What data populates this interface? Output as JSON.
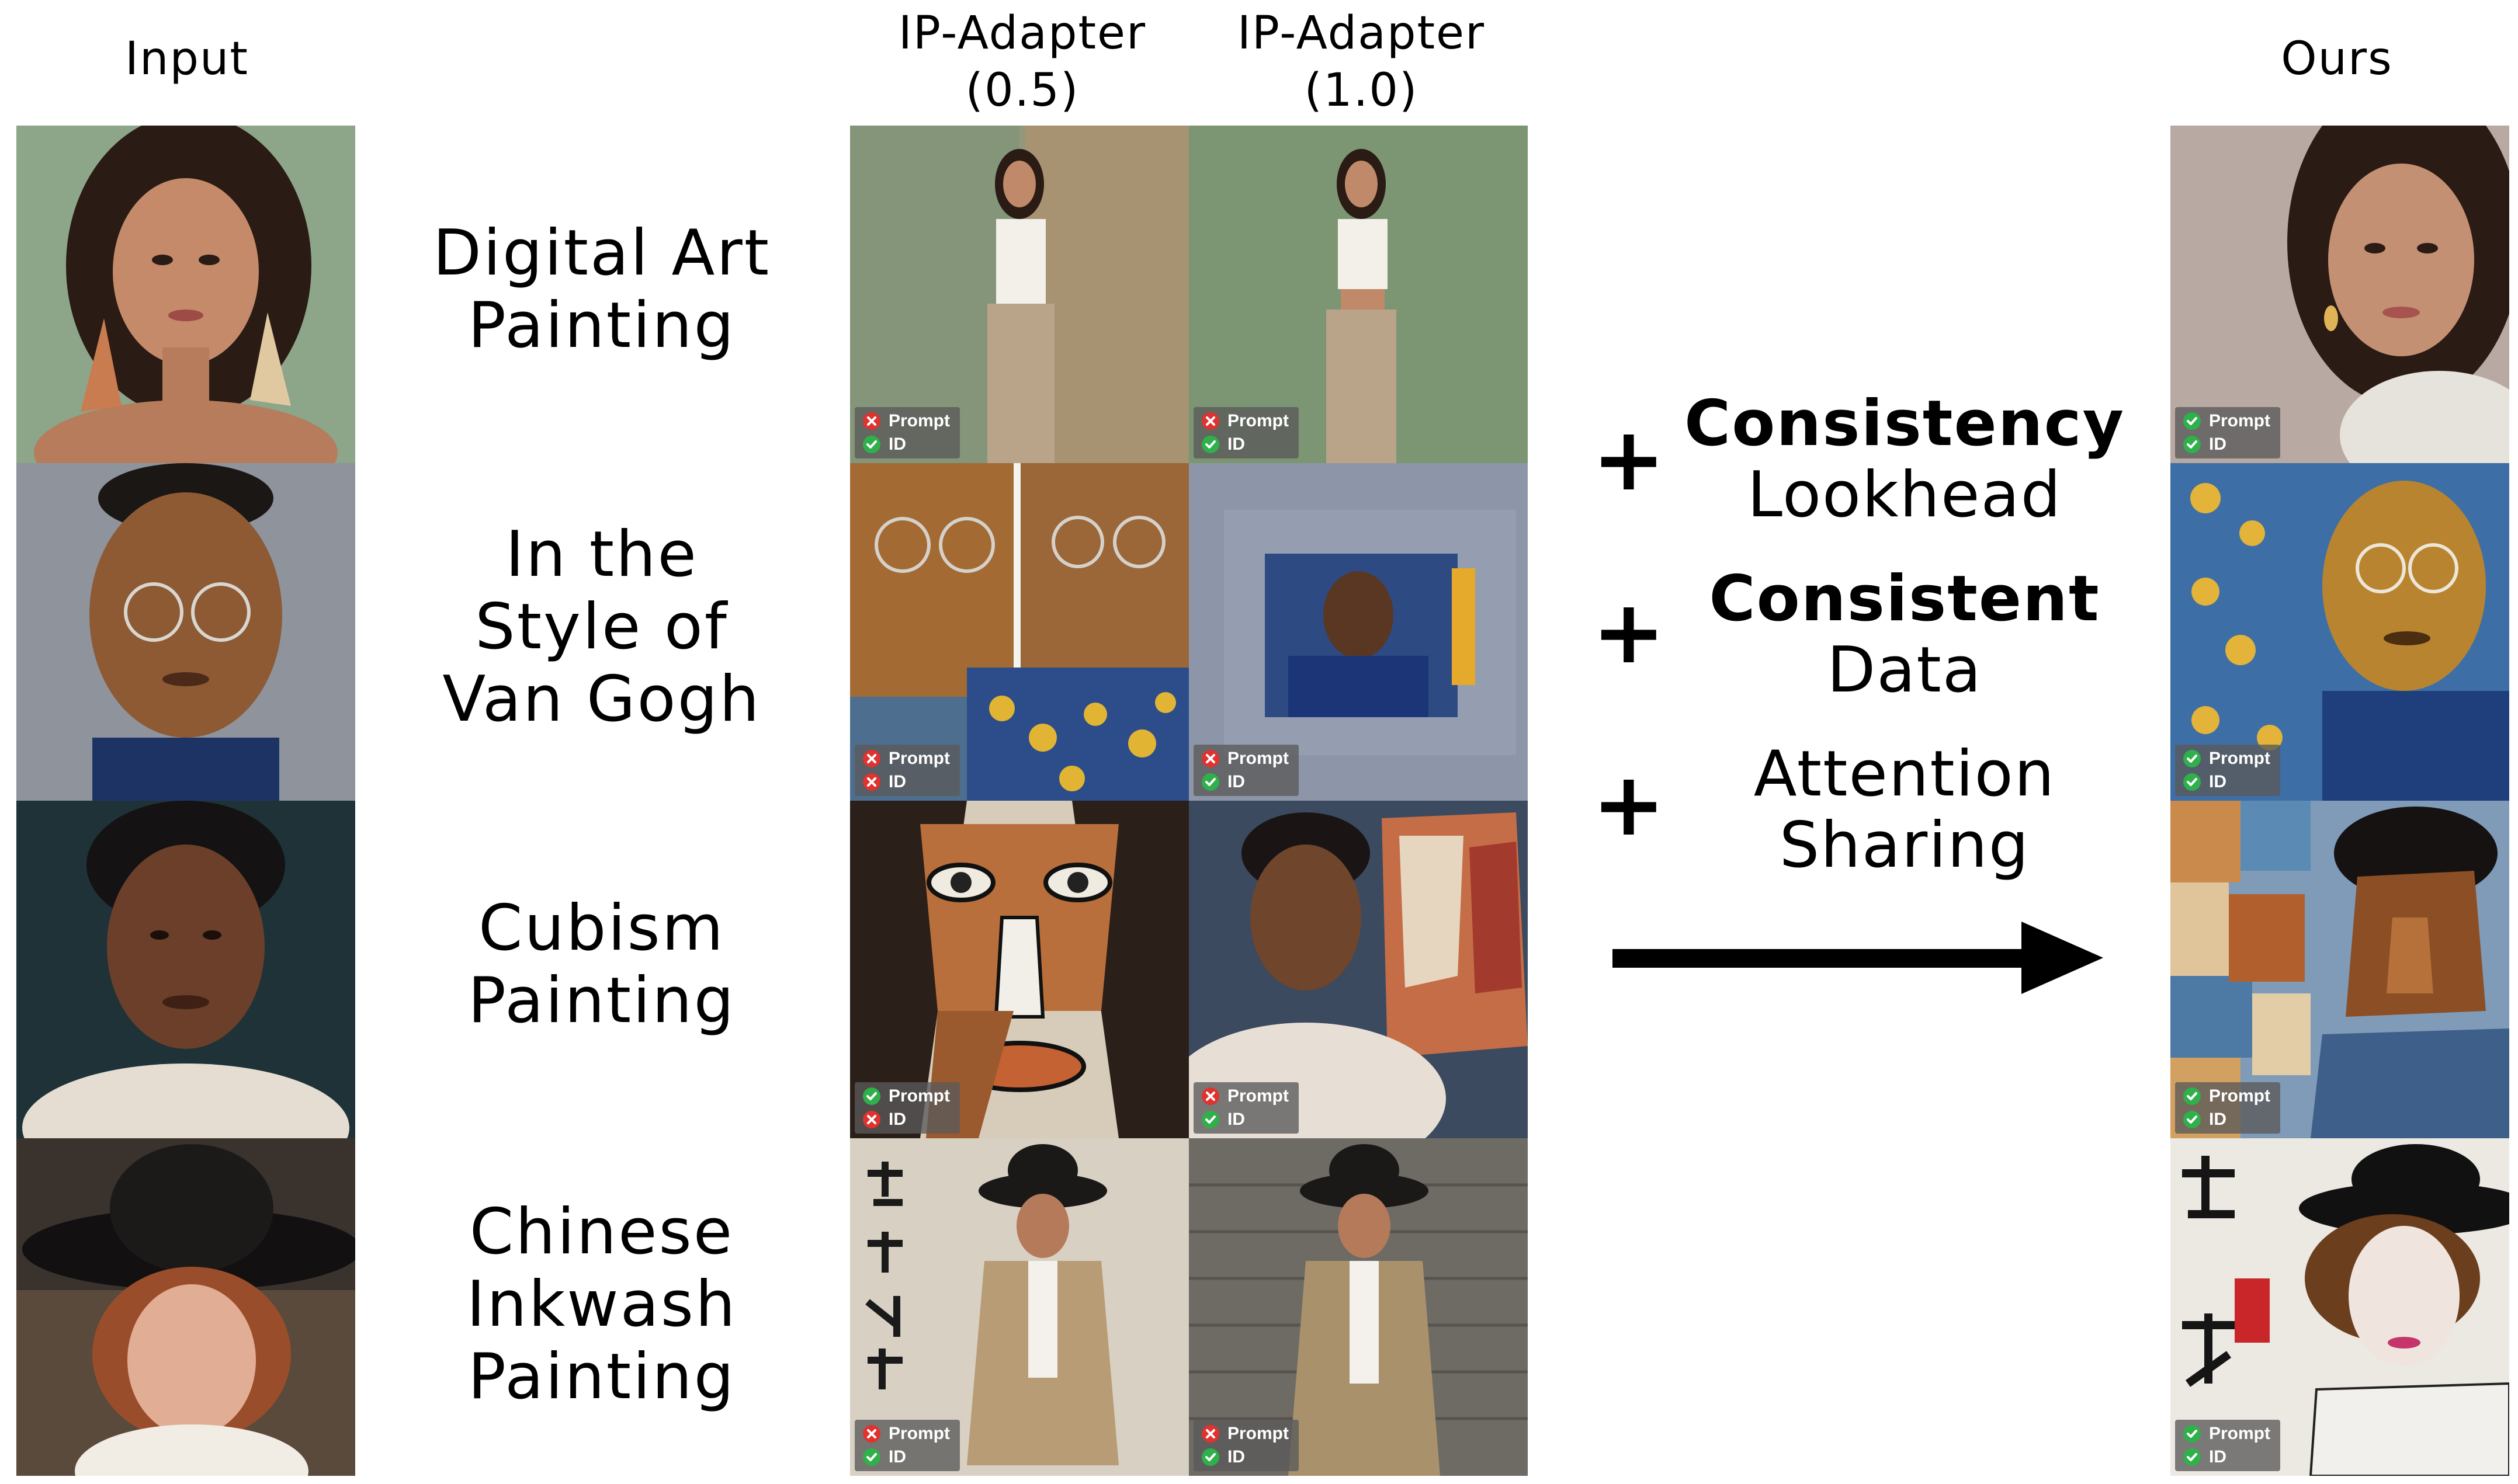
{
  "headers": {
    "input": "Input",
    "ip05_line1": "IP-Adapter",
    "ip05_line2": "(0.5)",
    "ip10_line1": "IP-Adapter",
    "ip10_line2": "(1.0)",
    "ours": "Ours"
  },
  "rows": [
    {
      "prompt_lines": [
        "Digital Art",
        "Painting"
      ],
      "ip05": {
        "prompt_label": "Prompt",
        "prompt_ok": false,
        "id_label": "ID",
        "id_ok": true
      },
      "ip10": {
        "prompt_label": "Prompt",
        "prompt_ok": false,
        "id_label": "ID",
        "id_ok": true
      },
      "ours": {
        "prompt_label": "Prompt",
        "prompt_ok": true,
        "id_label": "ID",
        "id_ok": true
      }
    },
    {
      "prompt_lines": [
        "In the",
        "Style of",
        "Van Gogh"
      ],
      "ip05": {
        "prompt_label": "Prompt",
        "prompt_ok": false,
        "id_label": "ID",
        "id_ok": false
      },
      "ip10": {
        "prompt_label": "Prompt",
        "prompt_ok": false,
        "id_label": "ID",
        "id_ok": true
      },
      "ours": {
        "prompt_label": "Prompt",
        "prompt_ok": true,
        "id_label": "ID",
        "id_ok": true
      }
    },
    {
      "prompt_lines": [
        "Cubism",
        "Painting"
      ],
      "ip05": {
        "prompt_label": "Prompt",
        "prompt_ok": true,
        "id_label": "ID",
        "id_ok": false
      },
      "ip10": {
        "prompt_label": "Prompt",
        "prompt_ok": false,
        "id_label": "ID",
        "id_ok": true
      },
      "ours": {
        "prompt_label": "Prompt",
        "prompt_ok": true,
        "id_label": "ID",
        "id_ok": true
      }
    },
    {
      "prompt_lines": [
        "Chinese",
        "Inkwash",
        "Painting"
      ],
      "ip05": {
        "prompt_label": "Prompt",
        "prompt_ok": false,
        "id_label": "ID",
        "id_ok": true
      },
      "ip10": {
        "prompt_label": "Prompt",
        "prompt_ok": false,
        "id_label": "ID",
        "id_ok": true
      },
      "ours": {
        "prompt_label": "Prompt",
        "prompt_ok": true,
        "id_label": "ID",
        "id_ok": true
      }
    }
  ],
  "method": {
    "plus": "+",
    "items": [
      {
        "bold": "Consistency",
        "normal": "Lookhead"
      },
      {
        "bold": "Consistent",
        "normal": "Data"
      },
      {
        "bold": "",
        "normal": "Attention\nSharing"
      }
    ],
    "arrow": "right-arrow"
  },
  "colors": {
    "check": "#2fb04a",
    "cross": "#e0322f",
    "badge_bg": "#5a5a5a"
  }
}
